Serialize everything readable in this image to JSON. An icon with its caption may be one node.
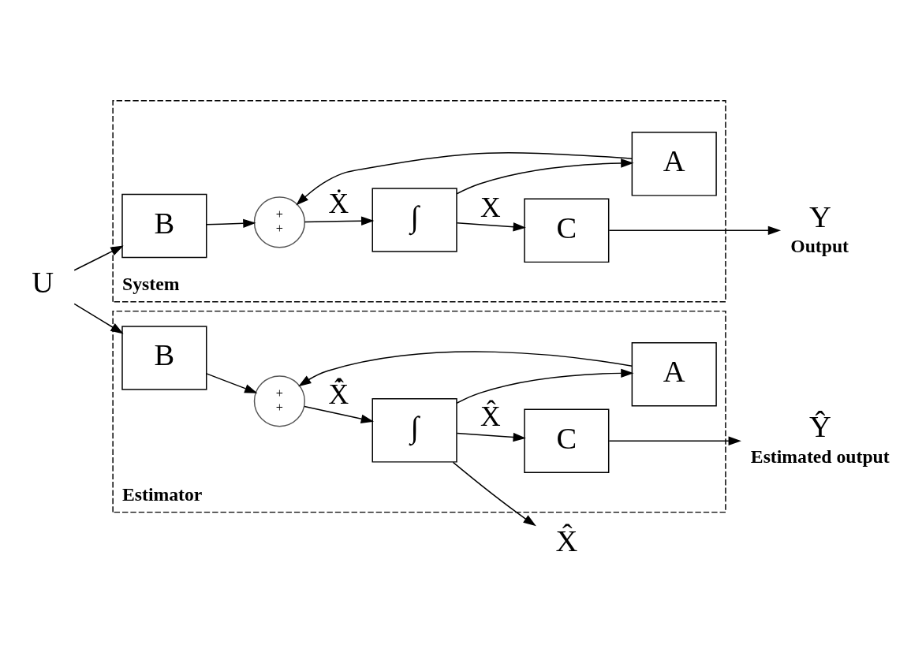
{
  "diagram": {
    "nodes": [
      {
        "text": [
          "U"
        ]
      },
      {
        "text": [
          "System"
        ]
      },
      {
        "text": [
          "B"
        ],
        "in": 1
      },
      {
        "text": [
          "+",
          "+"
        ],
        "in": 1
      },
      {
        "text": [
          "∫"
        ],
        "in": 1
      },
      {
        "text": [
          "C"
        ],
        "in": 1
      },
      {
        "text": [
          "A"
        ],
        "in": 1
      },
      {
        "text": [
          "Y"
        ],
        "beside": [
          "Output"
        ]
      },
      {
        "text": [
          "Estimator"
        ]
      },
      {
        "text": [
          "B"
        ],
        "in": 8
      },
      {
        "text": [
          "+",
          "+"
        ],
        "in": 8
      },
      {
        "text": [
          "∫"
        ],
        "in": 8
      },
      {
        "text": [
          "C"
        ],
        "in": 8
      },
      {
        "text": [
          "A"
        ],
        "in": 8
      },
      {
        "text": [
          "Ŷ"
        ],
        "beside": [
          "Estimated output"
        ]
      },
      {
        "text": [
          "X̂"
        ]
      }
    ],
    "edges": [
      {
        "from": 0,
        "to": 2,
        "arrow": "to"
      },
      {
        "from": 2,
        "to": 3,
        "arrow": "to"
      },
      {
        "from": 3,
        "to": 4,
        "arrow": "to",
        "label": "Ẋ"
      },
      {
        "from": 4,
        "to": 5,
        "arrow": "to",
        "label": "X"
      },
      {
        "from": 4,
        "to": 6,
        "arrow": "to"
      },
      {
        "from": 6,
        "to": 3,
        "arrow": "to"
      },
      {
        "from": 5,
        "to": 7,
        "arrow": "to"
      },
      {
        "from": 0,
        "to": 9,
        "arrow": "to"
      },
      {
        "from": 9,
        "to": 10,
        "arrow": "to"
      },
      {
        "from": 10,
        "to": 11,
        "arrow": "to",
        "label": "X̂̇"
      },
      {
        "from": 11,
        "to": 12,
        "arrow": "to",
        "label": "X̂"
      },
      {
        "from": 11,
        "to": 13,
        "arrow": "to"
      },
      {
        "from": 13,
        "to": 10,
        "arrow": "to"
      },
      {
        "from": 12,
        "to": 14,
        "arrow": "to"
      },
      {
        "from": 11,
        "to": 15,
        "arrow": "to"
      }
    ]
  }
}
